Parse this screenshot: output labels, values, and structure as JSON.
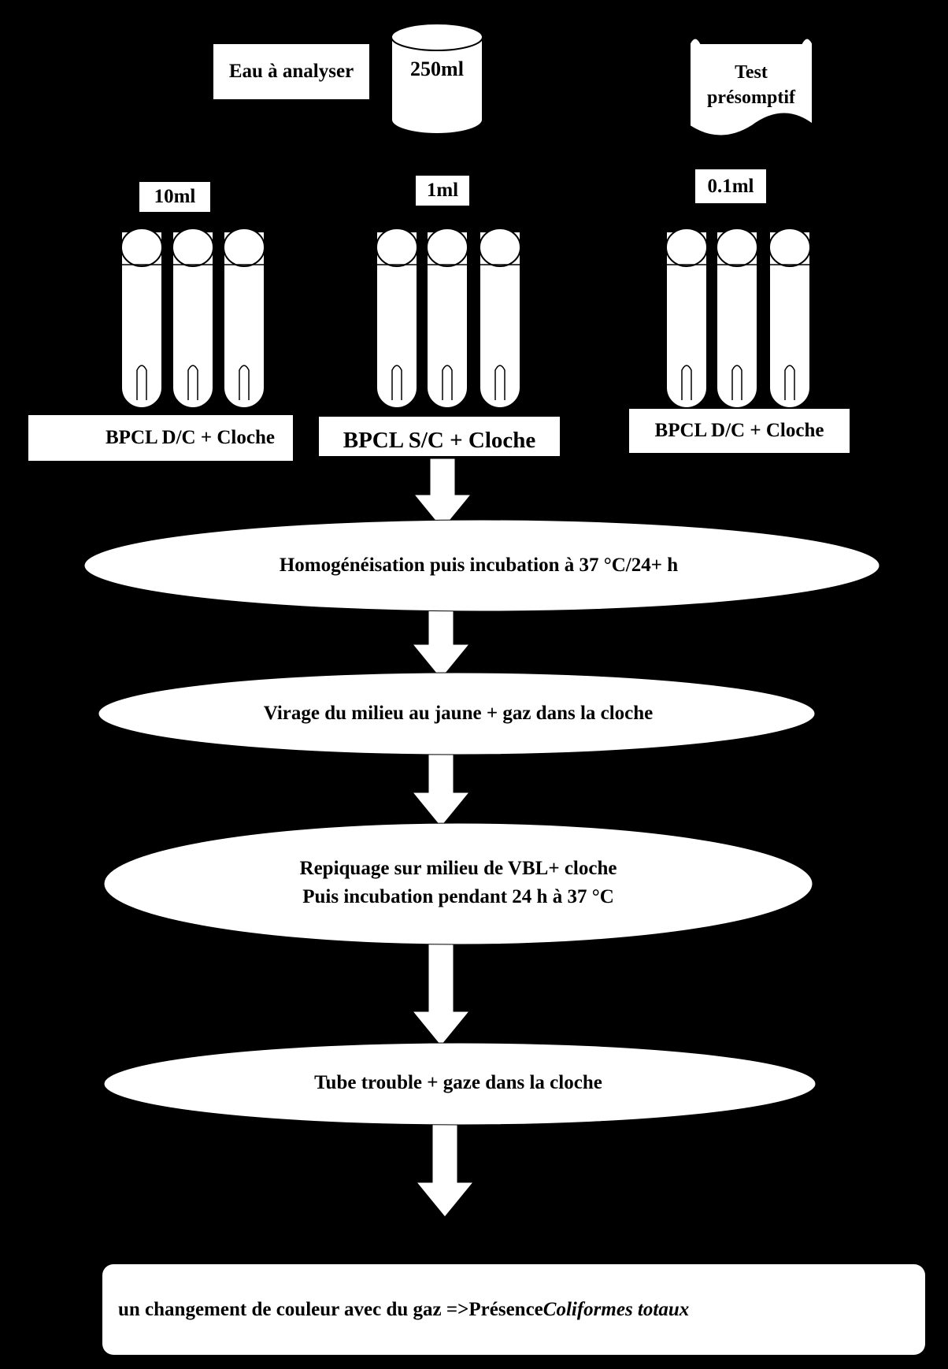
{
  "sample": {
    "label": "Eau à analyser",
    "volume": "250ml",
    "test_label_line1": "Test",
    "test_label_line2": "présomptif"
  },
  "dilutions": [
    {
      "volume": "10ml",
      "medium": "BPCL  D/C + Cloche",
      "tube_count": 3
    },
    {
      "volume": "1ml",
      "medium": "BPCL S/C + Cloche",
      "tube_count": 3
    },
    {
      "volume": "0.1ml",
      "medium": "BPCL  D/C + Cloche",
      "tube_count": 3
    }
  ],
  "steps": [
    {
      "text": "Homogénéisation puis incubation  à 37 °C/24+ h"
    },
    {
      "text": "Virage du milieu au jaune + gaz dans la cloche"
    },
    {
      "line1": "Repiquage sur milieu de VBL+ cloche",
      "line2": "Puis incubation  pendant 24 h à 37 °C"
    },
    {
      "text": "Tube trouble + gaze dans la cloche"
    }
  ],
  "result": {
    "prefix": "un changement  de couleur avec du gaz =>Présence ",
    "emphasis": "Coliformes totaux"
  }
}
